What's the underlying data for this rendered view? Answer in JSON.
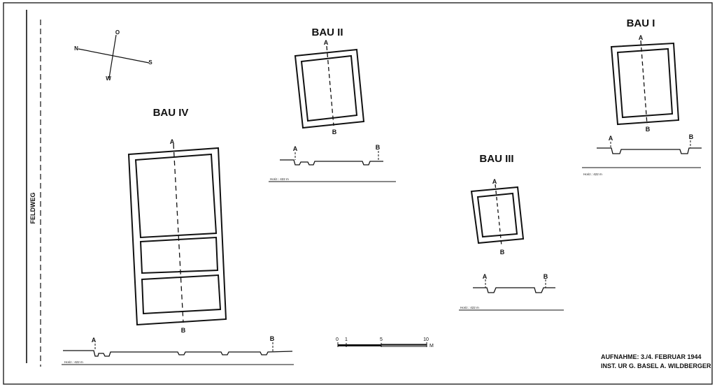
{
  "road_label": "FELDWEG",
  "compass": {
    "north": "N",
    "east": "O",
    "south": "S",
    "west": "W"
  },
  "buildings": {
    "bau1": {
      "title": "BAU I",
      "a": "A",
      "b": "B",
      "sec_a": "A",
      "sec_b": "B",
      "height": "Horiz.: 422 m"
    },
    "bau2": {
      "title": "BAU II",
      "a": "A",
      "b": "B",
      "sec_a": "A",
      "sec_b": "B",
      "height": "Horiz.: 422 m"
    },
    "bau3": {
      "title": "BAU III",
      "a": "A",
      "b": "B",
      "sec_a": "A",
      "sec_b": "B",
      "height": "Horiz.: 422 m"
    },
    "bau4": {
      "title": "BAU IV",
      "a": "A",
      "b": "B",
      "sec_a": "A",
      "sec_b": "B",
      "height": "Horiz.: 422 m"
    }
  },
  "scale": {
    "ticks": [
      "0",
      "1",
      "5",
      "10"
    ],
    "unit": "M"
  },
  "credits": {
    "line1": "AUFNAHME: 3./4. FEBRUAR 1944",
    "line2": "INST. UR G. BASEL A. WILDBERGER"
  }
}
